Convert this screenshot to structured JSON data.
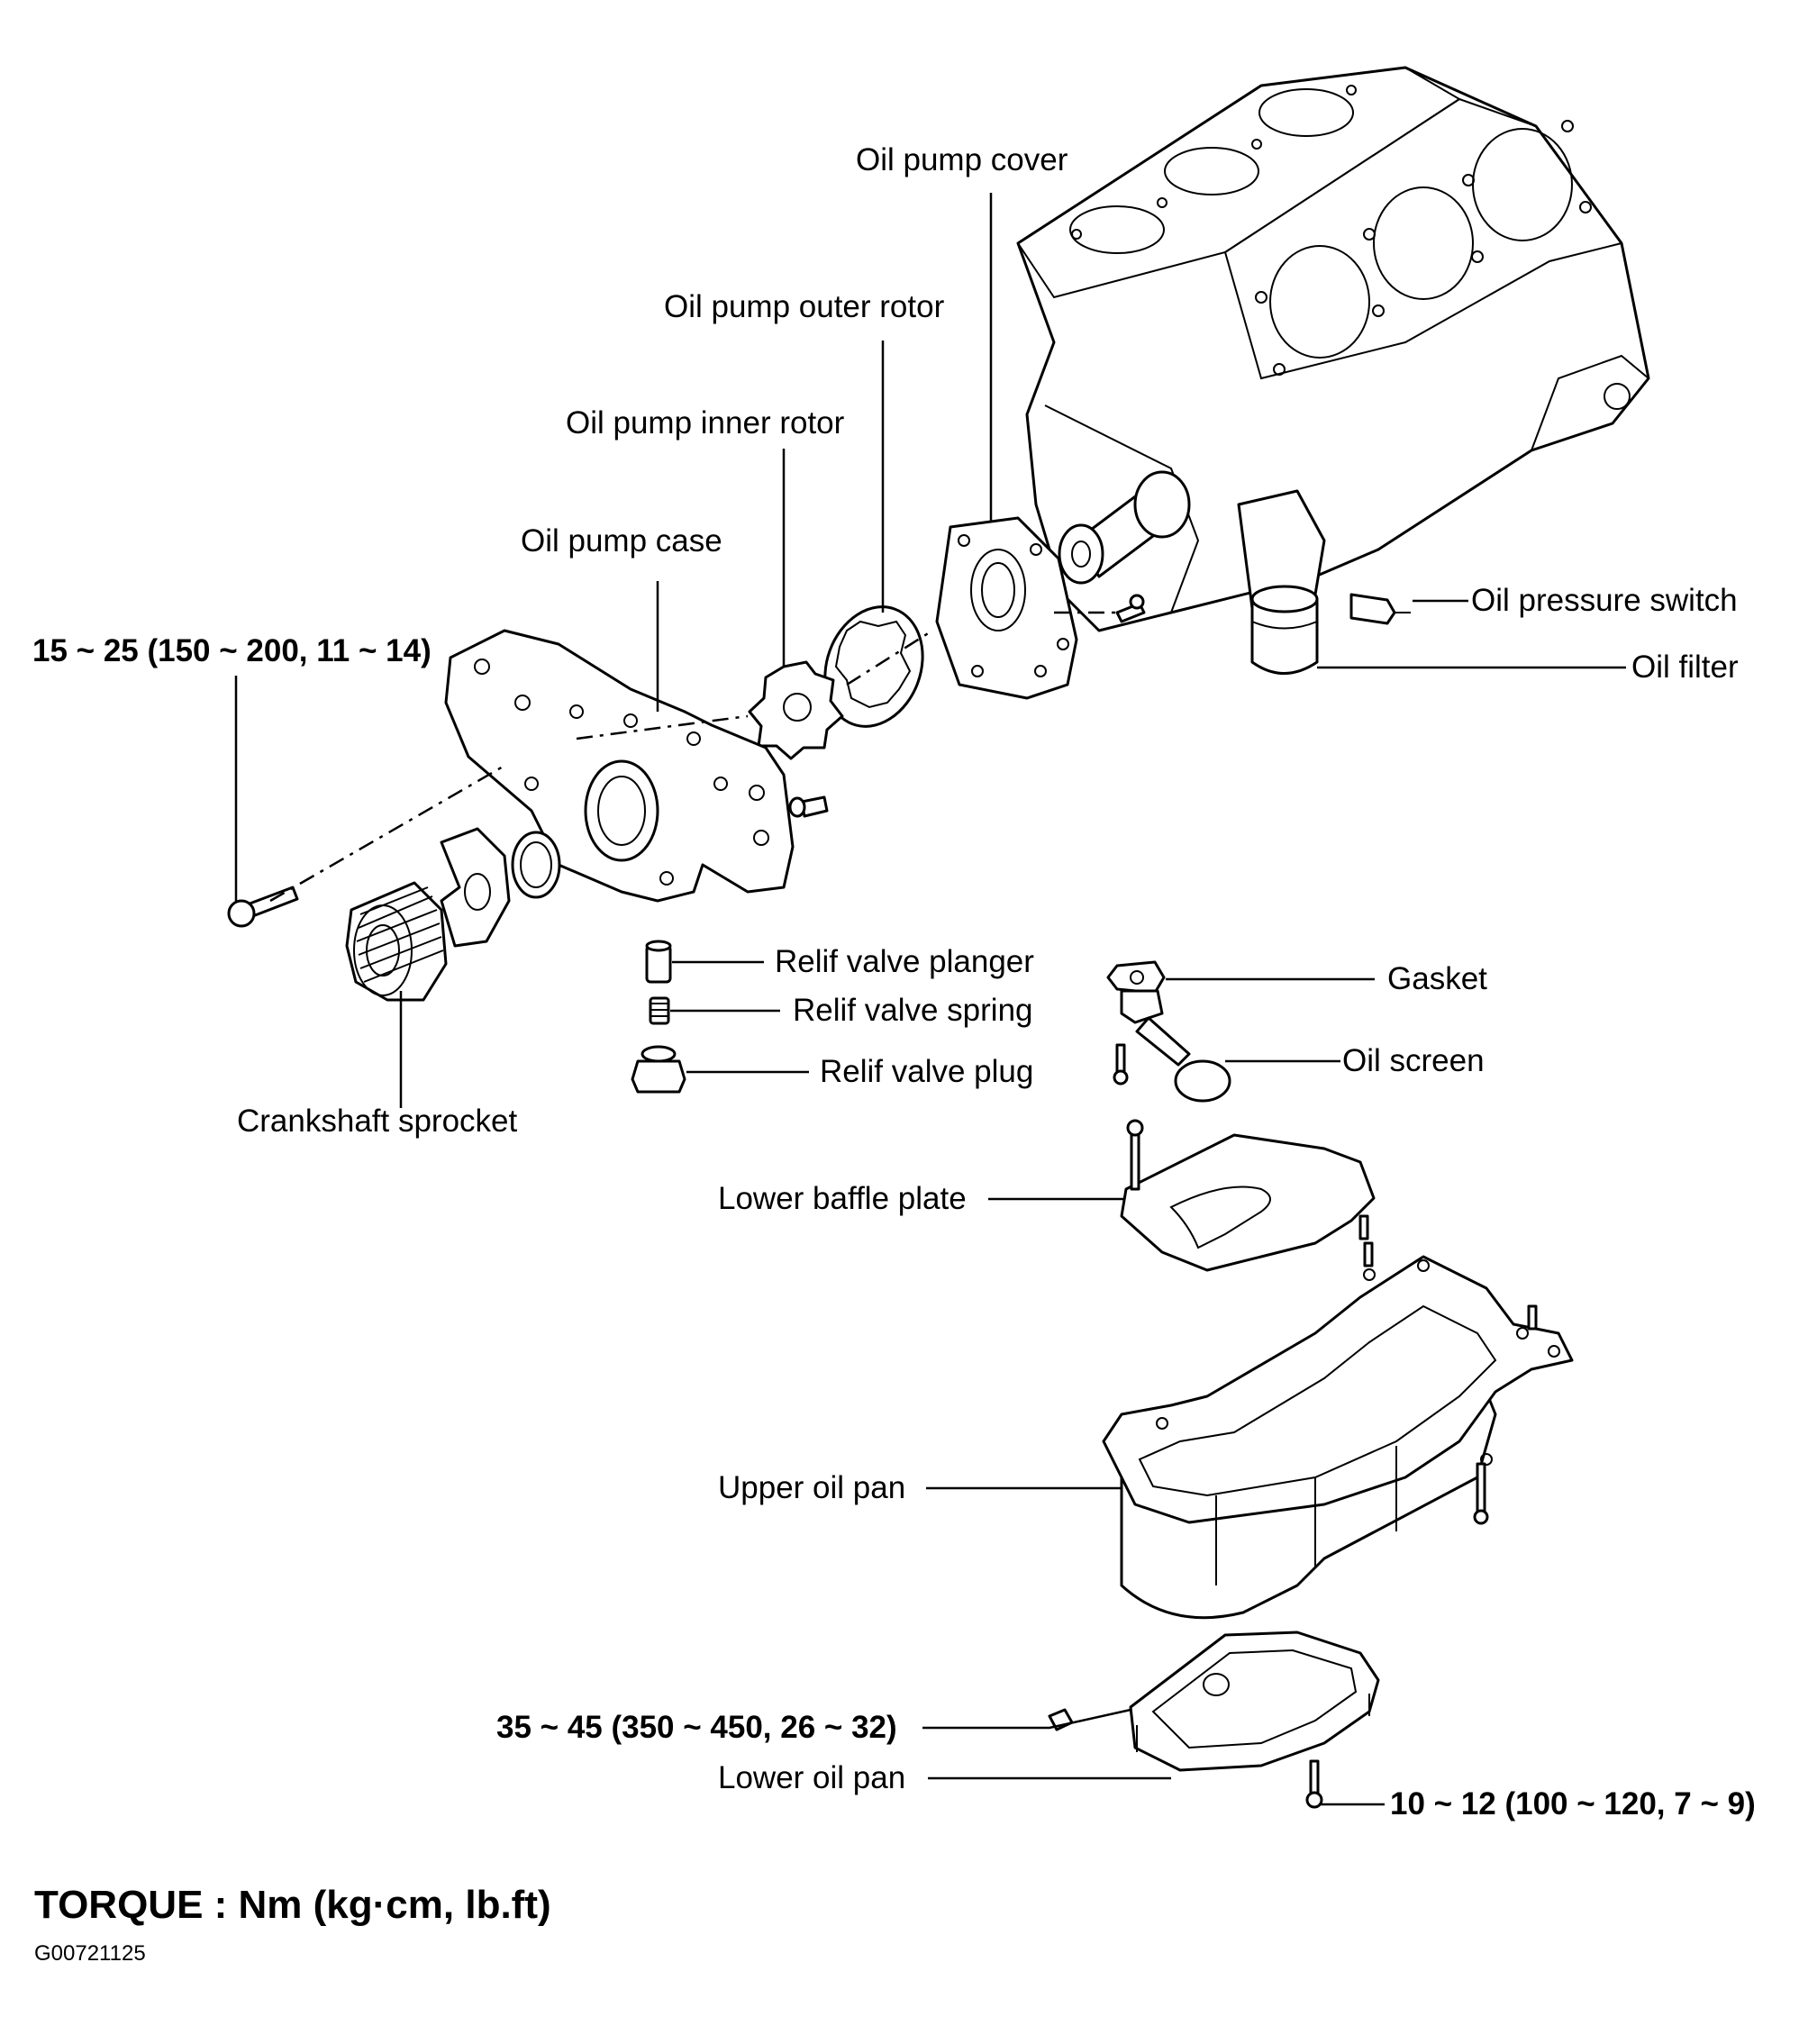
{
  "labels": {
    "oil_pump_cover": "Oil pump cover",
    "oil_pump_outer_rotor": "Oil pump outer rotor",
    "oil_pump_inner_rotor": "Oil pump inner rotor",
    "oil_pump_case": "Oil pump case",
    "oil_pressure_switch": "Oil pressure switch",
    "oil_filter": "Oil filter",
    "relief_valve_plunger": "Relif valve planger",
    "relief_valve_spring": "Relif valve spring",
    "relief_valve_plug": "Relif valve plug",
    "crankshaft_sprocket": "Crankshaft sprocket",
    "gasket": "Gasket",
    "oil_screen": "Oil screen",
    "lower_baffle_plate": "Lower baffle plate",
    "upper_oil_pan": "Upper oil pan",
    "lower_oil_pan": "Lower oil pan"
  },
  "torque_specs": {
    "pump_case_bolt": "15 ~ 25 (150 ~ 200, 11 ~ 14)",
    "drain_plug": "35 ~ 45 (350 ~ 450, 26 ~ 32)",
    "lower_pan_bolt": "10 ~ 12 (100 ~ 120, 7 ~ 9)"
  },
  "footer": {
    "torque_units": "TORQUE : Nm (kg·cm, lb.ft)",
    "figure_code": "G00721125"
  }
}
